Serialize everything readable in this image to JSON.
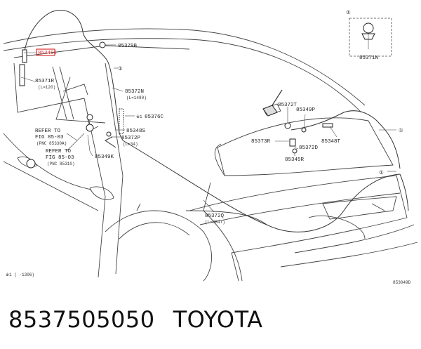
{
  "diagram": {
    "parts": {
      "p85371N": "85371N",
      "p85348I": "85348I",
      "p85371R": "85371R",
      "p85371R_len": "(L=120)",
      "p85379B": "85379B",
      "p85372N": "85372N",
      "p85372N_len": "(L=1480)",
      "p85376C": "85376C",
      "p85376C_pre": "※1",
      "p85348S": "85348S",
      "p85372P": "85372P",
      "p85372P_len": "(L=34)",
      "p85349K": "85349K",
      "p85372T": "85372T",
      "p85349P": "85349P",
      "p85373R": "85373R",
      "p85372D": "85372D",
      "p85348T": "85348T",
      "p85345R": "85345R",
      "p85372Q": "85372Q",
      "p85372Q_len": "(L=3847)"
    },
    "refs": {
      "ref1_l1": "REFER TO",
      "ref1_l2": "FIG 85-03",
      "ref1_l3": "(PNC 85330A)",
      "ref2_l1": "REFER TO",
      "ref2_l2": "FIG 85-03",
      "ref2_l3": "(PNC 85310)"
    },
    "circle_marker": "①",
    "footnote": "※1 (     -1306)",
    "figure_code": "853049D"
  },
  "caption": {
    "part_number": "8537505050",
    "brand": "TOYOTA"
  }
}
